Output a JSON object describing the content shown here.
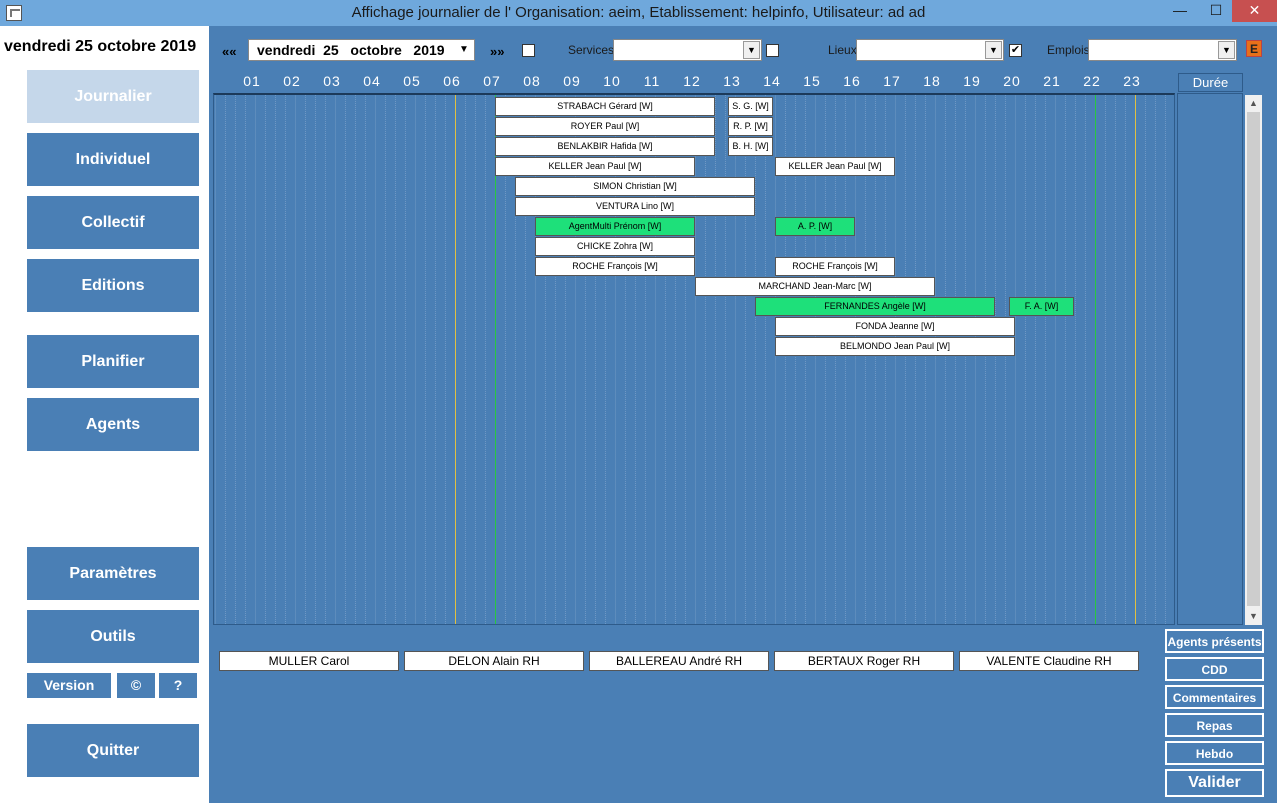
{
  "window": {
    "title": "Affichage journalier de l' Organisation: aeim, Etablissement: helpinfo, Utilisateur: ad ad",
    "minimize": "—",
    "maximize": "☐",
    "close": "✕"
  },
  "sidebar": {
    "date": "vendredi 25 octobre 2019",
    "items": [
      {
        "label": "Journalier"
      },
      {
        "label": "Individuel"
      },
      {
        "label": "Collectif"
      },
      {
        "label": "Editions"
      },
      {
        "label": "Planifier"
      },
      {
        "label": "Agents"
      },
      {
        "label": "Paramètres"
      },
      {
        "label": "Outils"
      }
    ],
    "version": "Version",
    "copyright": "©",
    "help": "?",
    "quit": "Quitter"
  },
  "toolbar": {
    "prev": "««",
    "next": "»»",
    "date_day": "vendredi",
    "date_num": "25",
    "date_month": "octobre",
    "date_year": "2019",
    "services_label": "Services",
    "lieux_label": "Lieux",
    "emplois_label": "Emplois",
    "emplois_checked": "✔",
    "e_icon": "E"
  },
  "hours": [
    "01",
    "02",
    "03",
    "04",
    "05",
    "06",
    "07",
    "08",
    "09",
    "10",
    "11",
    "12",
    "13",
    "14",
    "15",
    "16",
    "17",
    "18",
    "19",
    "20",
    "21",
    "22",
    "23"
  ],
  "duree_header": "Durée",
  "schedule": [
    {
      "label": "STRABACH Gérard [W]"
    },
    {
      "label": "S. G. [W]"
    },
    {
      "label": "ROYER Paul [W]"
    },
    {
      "label": "R. P. [W]"
    },
    {
      "label": "BENLAKBIR Hafida [W]"
    },
    {
      "label": "B. H. [W]"
    },
    {
      "label": "KELLER Jean Paul [W]"
    },
    {
      "label": "KELLER Jean Paul [W]"
    },
    {
      "label": "SIMON Christian [W]"
    },
    {
      "label": "VENTURA Lino [W]"
    },
    {
      "label": "AgentMulti Prénom [W]"
    },
    {
      "label": "A. P. [W]"
    },
    {
      "label": "CHICKE Zohra [W]"
    },
    {
      "label": "ROCHE François [W]"
    },
    {
      "label": "ROCHE François [W]"
    },
    {
      "label": "MARCHAND Jean-Marc [W]"
    },
    {
      "label": "FERNANDES Angèle [W]"
    },
    {
      "label": "F. A. [W]"
    },
    {
      "label": "FONDA Jeanne [W]"
    },
    {
      "label": "BELMONDO Jean Paul [W]"
    }
  ],
  "absents": [
    "MULLER Carol",
    "DELON Alain RH",
    "BALLEREAU André RH",
    "BERTAUX Roger RH",
    "VALENTE Claudine RH"
  ],
  "right_buttons": {
    "agents_presents": "Agents présents",
    "cdd": "CDD",
    "commentaires": "Commentaires",
    "repas": "Repas",
    "hebdo": "Hebdo",
    "valider": "Valider"
  },
  "scroll": {
    "up": "▲",
    "down": "▼"
  },
  "dropdown_glyph": "▼"
}
